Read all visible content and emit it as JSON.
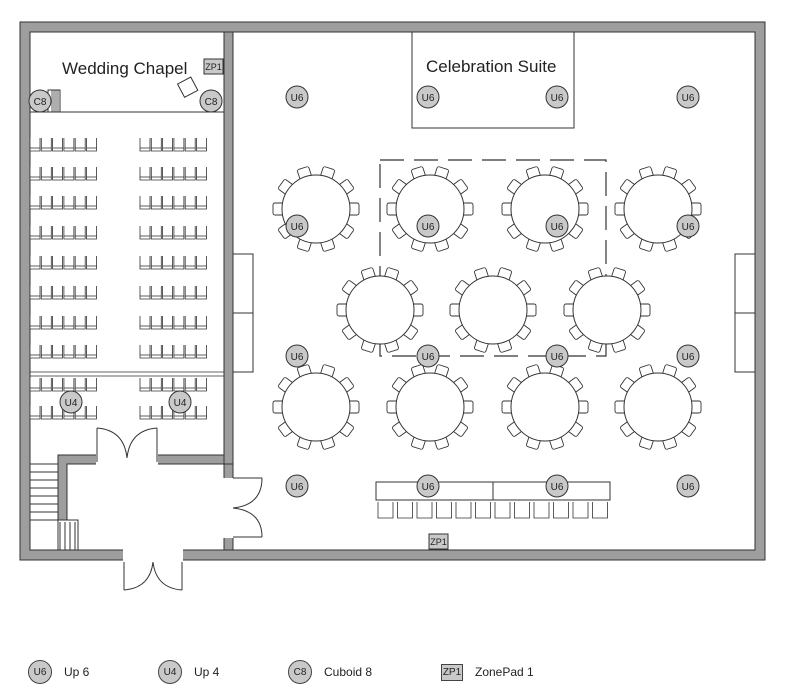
{
  "rooms": {
    "chapel": "Wedding Chapel",
    "suite": "Celebration Suite"
  },
  "devices": {
    "up6": "U6",
    "up4": "U4",
    "cuboid8": "C8",
    "zonepad1": "ZP1"
  },
  "legend": [
    {
      "code": "U6",
      "label": "Up 6",
      "shape": "circle"
    },
    {
      "code": "U4",
      "label": "Up 4",
      "shape": "circle"
    },
    {
      "code": "C8",
      "label": "Cuboid 8",
      "shape": "circle"
    },
    {
      "code": "ZP1",
      "label": "ZonePad 1",
      "shape": "square"
    }
  ],
  "colors": {
    "wall": "#9e9e9e",
    "line": "#333333",
    "device_fill": "#c9c9c9"
  }
}
